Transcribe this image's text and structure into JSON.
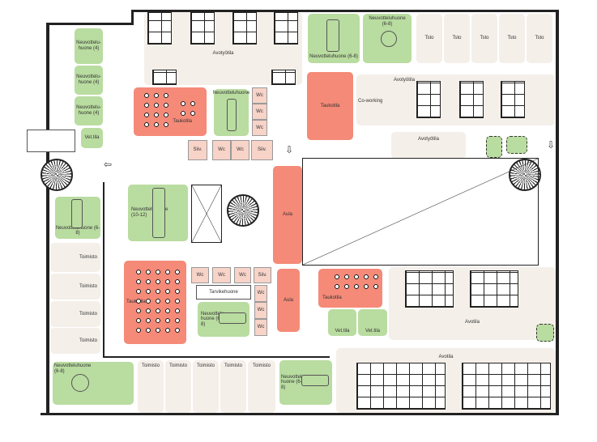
{
  "rooms": {
    "meeting4_a": "Neuvottelu-huone (4)",
    "meeting4_b": "Neuvottelu-huone (4)",
    "meeting4_c": "Neuvottelu-huone (4)",
    "vet_tila_top": "Vet.tila",
    "avotyotila_top": "Avotyötila",
    "taukotila_top_left": "Taukotila",
    "meeting_small_top": "Neuvotteluhuone",
    "wc": "Wc",
    "siiv": "Siiv.",
    "meeting68_rect_top": "Neuvotteluhuone (6-8)",
    "meeting68_round_top": "Neuvotteluhuone (6-8)",
    "tsto": "Tsto",
    "taukotila_top_right": "Taukotila",
    "avotyotila_right": "Avotyötila",
    "coworking": "Co-working",
    "avotyotila_small": "Avotyötila",
    "meeting1012": "Neuvotteluhuone (10-12)",
    "aula": "Aula",
    "meeting68_left": "Neuvotteluhuone (6-8)",
    "toimisto": "Toimisto",
    "taukotila_center": "Taukotila",
    "tarvikehuone": "Tarvikehuone",
    "meeting68_center": "Neuvottelu-huone (6-8)",
    "taukotila_right": "Taukotila",
    "vet_tila": "Vet.tila",
    "avotila": "Avotila",
    "meeting68_bottom_left": "Neuvotteluhuone (6-8)",
    "meeting68_bottom": "Neuvottelu-huone (6-8)"
  },
  "colors": {
    "meeting": "#b9dca0",
    "break": "#f58a78",
    "open": "#f4efe9",
    "service": "#f7d3c8"
  }
}
